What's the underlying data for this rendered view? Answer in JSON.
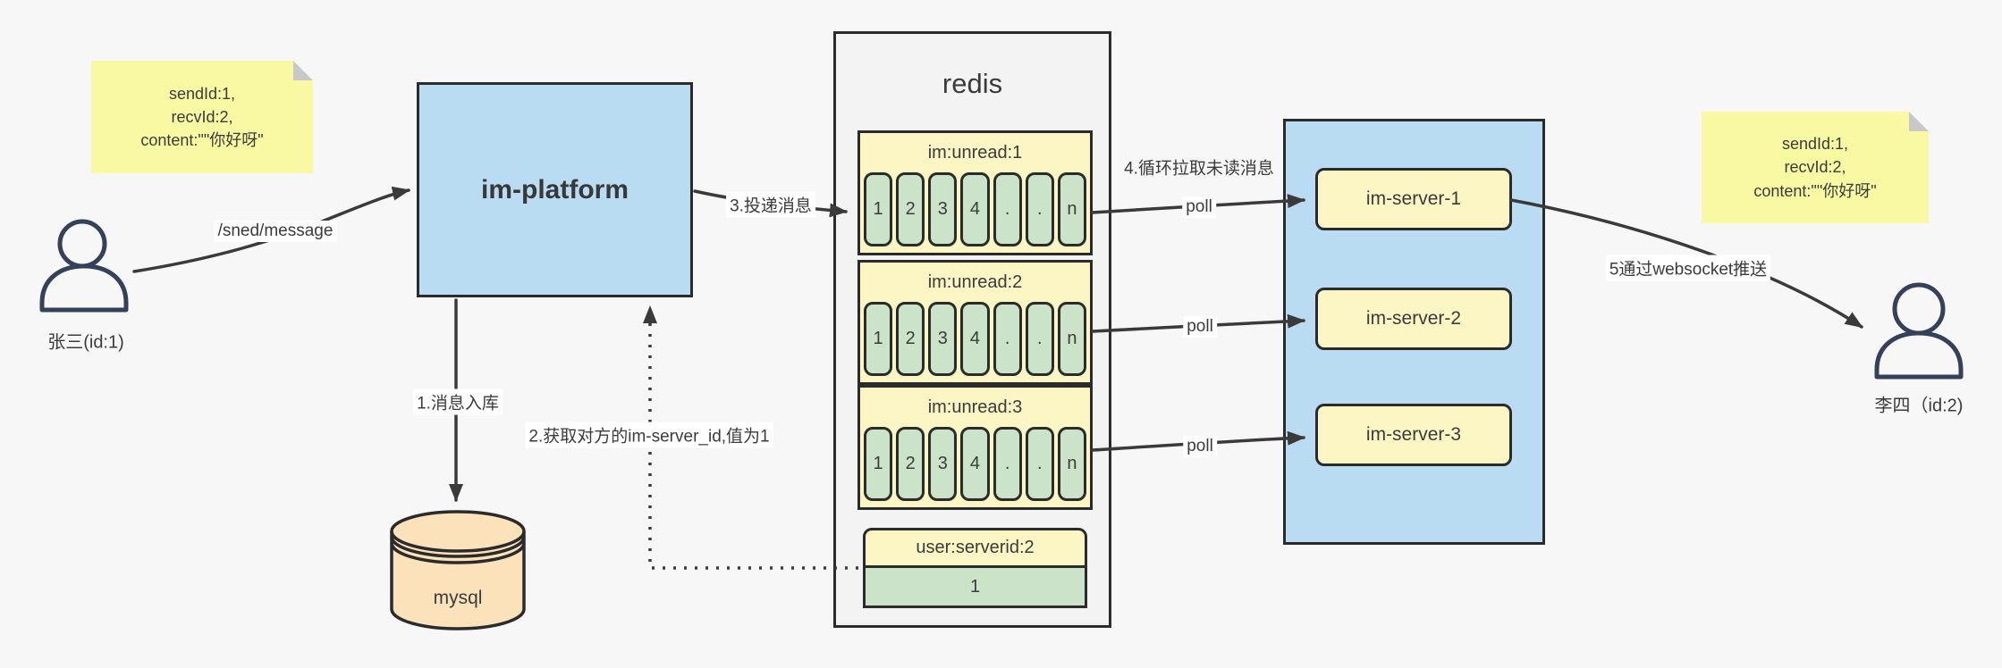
{
  "colors": {
    "canvas_bg": "#f7f7f7",
    "container_gray": "#f3f3f3",
    "blue_fill": "#b9dcf3",
    "yellow_fill": "#fbf6c4",
    "green_fill": "#cbe4c9",
    "note_yellow": "#f9f9a4",
    "mysql_orange": "#fce2bb",
    "line_color": "#3a3a3a"
  },
  "notes": {
    "left": {
      "lines": [
        "sendId:1,",
        "recvId:2,",
        "content:\"\"你好呀\""
      ]
    },
    "right": {
      "lines": [
        "sendId:1,",
        "recvId:2,",
        "content:\"\"你好呀\""
      ]
    }
  },
  "actors": {
    "sender": {
      "name": "张三(id:1)"
    },
    "receiver": {
      "name": "李四（id:2)"
    }
  },
  "platform": {
    "title": "im-platform"
  },
  "database": {
    "title": "mysql"
  },
  "redis": {
    "title": "redis",
    "lists": [
      {
        "name": "im:unread:1",
        "cells": [
          "1",
          "2",
          "3",
          "4",
          ".",
          ".",
          "n"
        ]
      },
      {
        "name": "im:unread:2",
        "cells": [
          "1",
          "2",
          "3",
          "4",
          ".",
          ".",
          "n"
        ]
      },
      {
        "name": "im:unread:3",
        "cells": [
          "1",
          "2",
          "3",
          "4",
          ".",
          ".",
          "n"
        ]
      }
    ],
    "kv": {
      "name": "user:serverid:2",
      "value": "1"
    }
  },
  "servers": [
    {
      "label": "im-server-1"
    },
    {
      "label": "im-server-2"
    },
    {
      "label": "im-server-3"
    }
  ],
  "edges": {
    "send": "/sned/message",
    "store": "1.消息入库",
    "get_server_id": "2.获取对方的im-server_id,值为1",
    "deliver": "3.投递消息",
    "loop_pull": "4.循环拉取未读消息",
    "poll_1": "poll",
    "poll_2": "poll",
    "poll_3": "poll",
    "push": "5通过websocket推送"
  }
}
